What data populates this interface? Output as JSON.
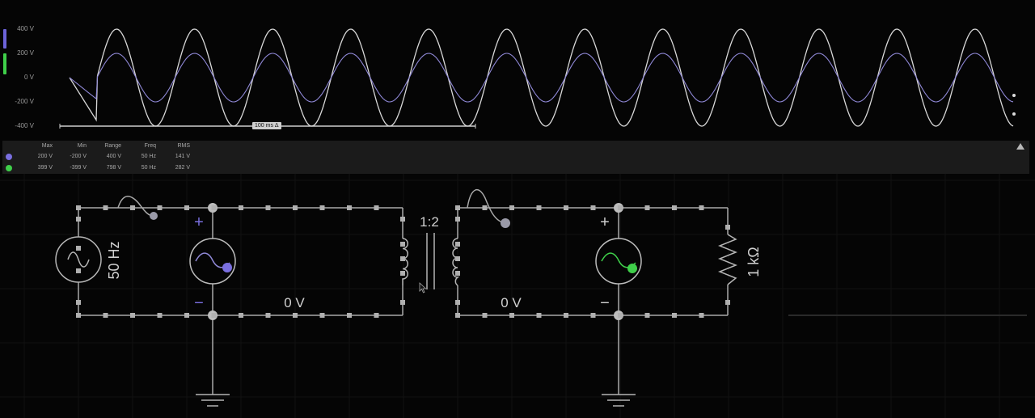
{
  "scope": {
    "y_ticks": [
      "400 V",
      "200 V",
      "0 V",
      "-200 V",
      "-400 V"
    ],
    "timebar_label": "100 ms Δ",
    "channels": [
      {
        "color": "#7a6fe0",
        "amplitude": 200
      },
      {
        "color": "#3fcf4a",
        "amplitude": 400
      }
    ],
    "cycles": 12,
    "waveform_color": "#d8d8d8",
    "ch1_trace_color": "#8f88d6"
  },
  "stats": {
    "headers": [
      "Max",
      "Min",
      "Range",
      "Freq",
      "RMS"
    ],
    "rows": [
      {
        "color": "#7a6fe0",
        "values": [
          "200 V",
          "-200 V",
          "400 V",
          "50 Hz",
          "141 V"
        ]
      },
      {
        "color": "#3fcf4a",
        "values": [
          "399 V",
          "-399 V",
          "798 V",
          "50 Hz",
          "282 V"
        ]
      }
    ]
  },
  "circuit": {
    "source_label": "50 Hz",
    "transformer_ratio": "1:2",
    "primary_node_voltage": "0 V",
    "secondary_node_voltage": "0 V",
    "resistor_label": "1 kΩ",
    "plus_sign": "+",
    "minus_sign": "−",
    "probe_colors": {
      "ch1": "#7a6fe0",
      "ch2": "#3fcf4a",
      "wire": "#9a9aa8"
    }
  }
}
